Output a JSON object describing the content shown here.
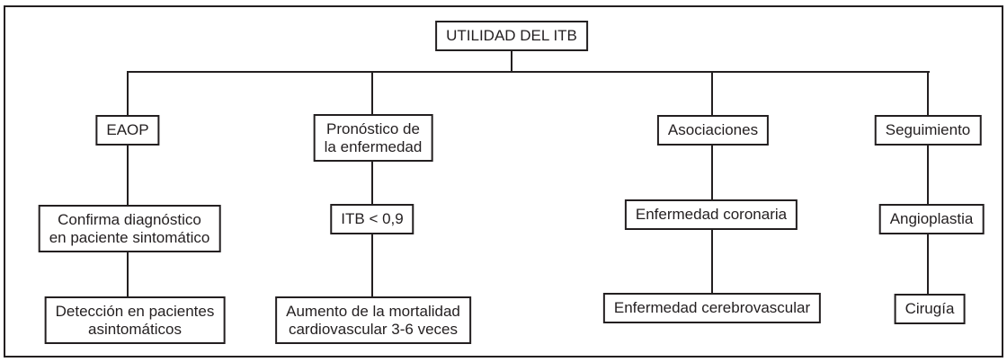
{
  "colors": {
    "ink": "#231f20",
    "background": "#ffffff"
  },
  "flowchart": {
    "root": "UTILIDAD DEL ITB",
    "columns": [
      {
        "header": "EAOP",
        "mid": "Confirma diagnóstico\nen paciente sintomático",
        "leaf": "Detección en pacientes\nasintomáticos"
      },
      {
        "header": "Pronóstico de\nla enfermedad",
        "mid": "ITB < 0,9",
        "leaf": "Aumento de la mortalidad\ncardiovascular 3-6 veces"
      },
      {
        "header": "Asociaciones",
        "mid": "Enfermedad coronaria",
        "leaf": "Enfermedad cerebrovascular"
      },
      {
        "header": "Seguimiento",
        "mid": "Angioplastia",
        "leaf": "Cirugía"
      }
    ]
  }
}
